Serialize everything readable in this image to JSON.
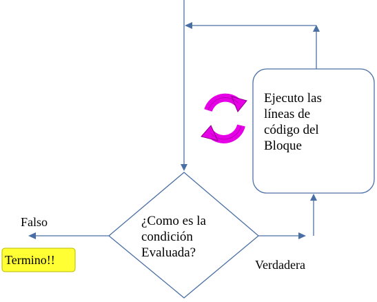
{
  "diagram": {
    "decision": {
      "lines": [
        "¿Como es la",
        "condición",
        "Evaluada?"
      ]
    },
    "process": {
      "lines": [
        "Ejecuto las",
        "líneas de",
        "código del",
        "Bloque"
      ]
    },
    "labels": {
      "false": "Falso",
      "true": "Verdadera"
    },
    "terminal": {
      "text": "Termino!!"
    },
    "loop_icon": "refresh-cycle-icon",
    "colors": {
      "line": "#4a6fa5",
      "terminal_fill": "#ffff33",
      "loop_icon": "#e600e6",
      "shape_stroke": "#4a6fa5"
    }
  }
}
